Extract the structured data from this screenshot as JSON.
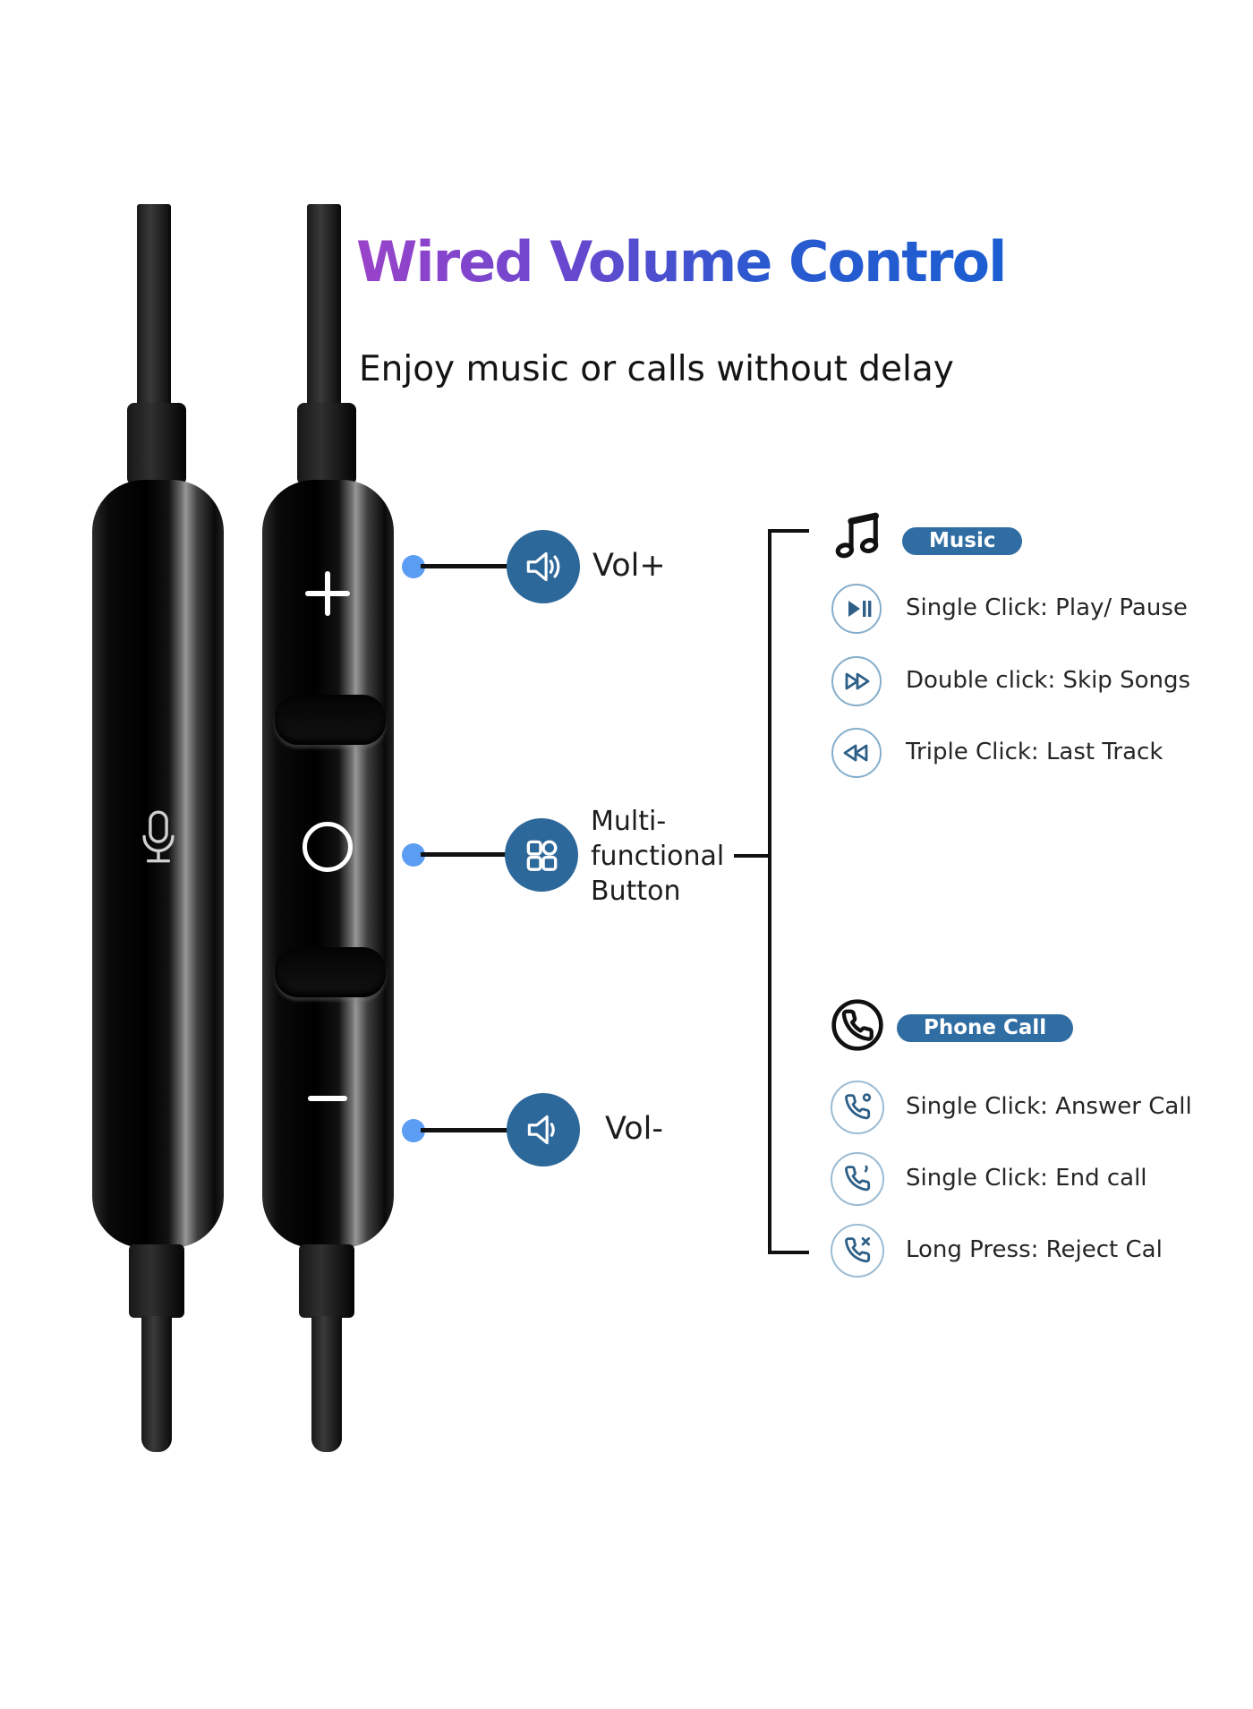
{
  "header": {
    "title": "Wired Volume Control",
    "subtitle": "Enjoy music or calls without delay"
  },
  "colors": {
    "title_gradient_start": "#9a43c9",
    "title_gradient_end": "#1b5ed1",
    "callout_circle_blue": "#2d689b",
    "badge_blue": "#2f6da3",
    "callout_dot_blue": "#5a9df2",
    "outline_icon_blue": "#2d5f87"
  },
  "device": {
    "volume_up_symbol": "+",
    "volume_down_symbol": "-",
    "mic_icon": "microphone-icon",
    "multifunction_symbol": "O"
  },
  "callouts": {
    "vol_up": {
      "label": "Vol+",
      "icon": "volume-up-icon"
    },
    "multi": {
      "label": "Multi-functional Button",
      "lines": [
        "Multi-",
        "functional",
        "Button"
      ],
      "icon": "grid-button-icon"
    },
    "vol_down": {
      "label": "Vol-",
      "icon": "volume-down-icon"
    }
  },
  "music": {
    "badge": "Music",
    "icon": "music-note-icon",
    "items": [
      {
        "icon": "play-pause-icon",
        "text": "Single Click: Play/ Pause"
      },
      {
        "icon": "skip-forward-icon",
        "text": "Double click: Skip Songs"
      },
      {
        "icon": "previous-track-icon",
        "text": "Triple Click: Last Track"
      }
    ]
  },
  "phone": {
    "badge": "Phone Call",
    "icon": "phone-call-icon",
    "items": [
      {
        "icon": "answer-call-icon",
        "text": "Single Click: Answer Call"
      },
      {
        "icon": "end-call-icon",
        "text": "Single Click: End call"
      },
      {
        "icon": "reject-call-icon",
        "text": "Long Press: Reject Cal"
      }
    ]
  }
}
